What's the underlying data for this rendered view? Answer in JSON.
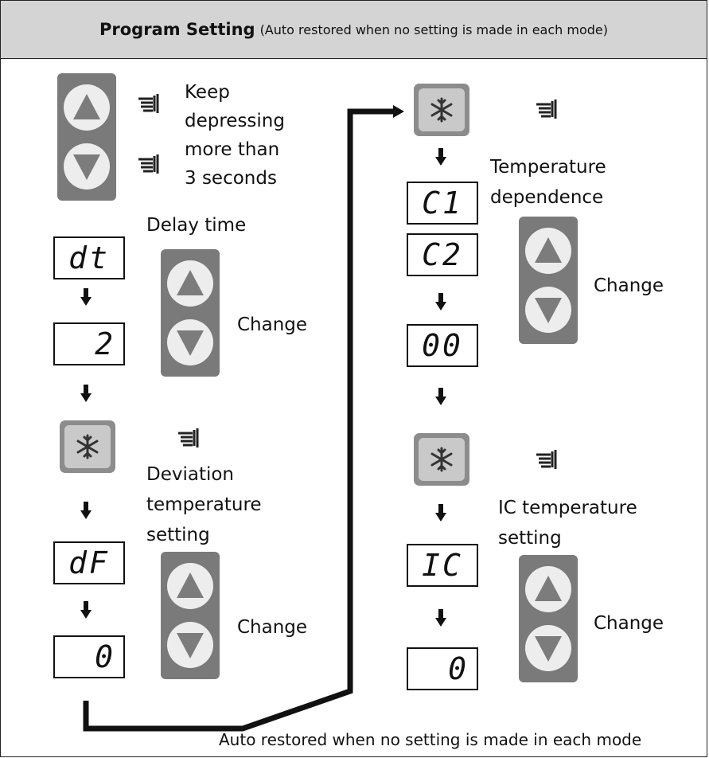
{
  "header": {
    "title": "Program Setting",
    "subtitle": "(Auto restored when no setting is made in each mode)"
  },
  "left": {
    "keep_lines": [
      "Keep",
      "depressing",
      "more than",
      "3 seconds"
    ],
    "delay_label": "Delay time",
    "display_dt": "dt",
    "display_2": "2",
    "change_1": "Change",
    "deviation_lines": [
      "Deviation",
      "temperature",
      "setting"
    ],
    "display_df": "dF",
    "display_0": "0",
    "change_2": "Change"
  },
  "right": {
    "temp_dep_lines": [
      "Temperature",
      "dependence"
    ],
    "display_c1": "C1",
    "display_c2": "C2",
    "change_3": "Change",
    "display_00": "00",
    "ic_lines": [
      "IC temperature",
      "setting"
    ],
    "display_ic": "IC",
    "display_0b": "0",
    "change_4": "Change"
  },
  "footer_note": "Auto restored when no setting is made in each mode",
  "icons": {
    "up": "up-triangle-icon",
    "down": "down-triangle-icon",
    "snowflake": "snowflake-icon",
    "hand": "pointing-hand-icon",
    "arrow": "down-arrow-icon"
  },
  "colors": {
    "header_bg": "#d4d4d4",
    "panel": "#7a7a7a",
    "button_face": "#ededed",
    "triangle": "#7c7c7c"
  }
}
